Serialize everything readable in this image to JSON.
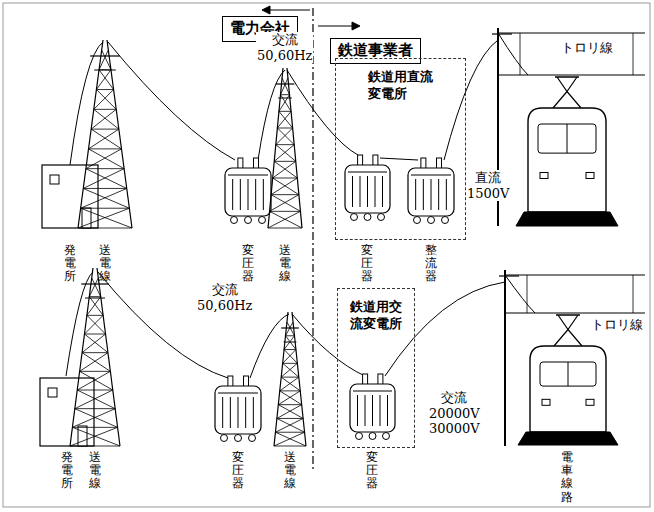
{
  "diagram": {
    "nodes": [
      {
        "text": [
          "電力会社"
        ]
      },
      {
        "text": [
          "鉄道事業者"
        ]
      },
      {
        "text": [
          "鉄道用直流 変電所"
        ]
      },
      {
        "text": [
          "鉄道用交 流変電所"
        ]
      }
    ],
    "labels": [
      "交流 50,60Hz",
      "直流 1500V",
      "トロリ線",
      "発電所",
      "送電線",
      "変圧器",
      "送電線",
      "変圧器",
      "整流器",
      "交流 50,60Hz",
      "交流 20000V 30000V",
      "トロリ線",
      "発電所",
      "送電線",
      "変圧器",
      "送電線",
      "変圧器",
      "電車線路"
    ]
  }
}
